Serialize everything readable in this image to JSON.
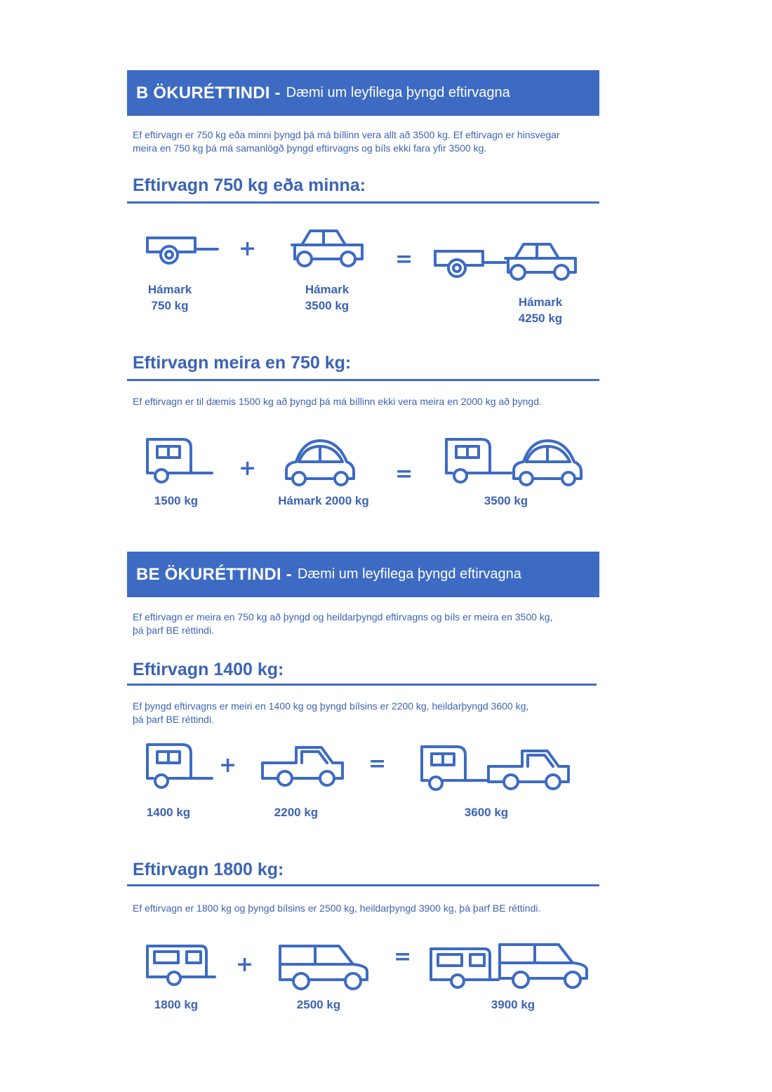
{
  "colors": {
    "brand_blue": "#3d6bc4",
    "text_blue": "#3b63b6",
    "background": "#ffffff"
  },
  "section_b": {
    "banner_bold": "B ÖKURÉTTINDI -",
    "banner_sub": "Dæmi um leyfilega þyngd eftirvagna",
    "intro_line1": "Ef eftirvagn er 750 kg eða minni þyngd þá má bíllinn vera allt að 3500 kg. Ef eftirvagn er hinsvegar",
    "intro_line2": "meira en 750 kg þá má samanlögð þyngd eftirvagns og bíls ekki fara yfir 3500 kg.",
    "example1": {
      "heading": "Eftirvagn 750 kg eða minna:",
      "trailer_label_1": "Hámark",
      "trailer_label_2": "750 kg",
      "car_label_1": "Hámark",
      "car_label_2": "3500 kg",
      "total_label_1": "Hámark",
      "total_label_2": "4250 kg",
      "icons": [
        "trailer-icon",
        "car-icon",
        "car-with-trailer-icon"
      ]
    },
    "example2": {
      "heading": "Eftirvagn meira en 750 kg:",
      "text": "Ef eftirvagn er til dæmis 1500 kg að þyngd þá má bíllinn ekki vera meira en 2000 kg að þyngd.",
      "trailer_label": "1500 kg",
      "car_label": "Hámark 2000 kg",
      "total_label": "3500 kg",
      "icons": [
        "caravan-icon",
        "beetle-car-icon",
        "beetle-with-caravan-icon"
      ]
    }
  },
  "section_be": {
    "banner_bold": "BE ÖKURÉTTINDI -",
    "banner_sub": "Dæmi um leyfilega þyngd eftirvagna",
    "intro_line1": "Ef eftirvagn er meira en 750 kg að þyngd og heildarþyngd eftirvagns og bíls er meira en 3500 kg,",
    "intro_line2": "þá þarf BE réttindi.",
    "example1": {
      "heading": "Eftirvagn 1400 kg:",
      "text_line1": "Ef þyngd eftirvagns er meiri en 1400 kg og þyngd bílsins er 2200 kg, heildarþyngd 3600 kg,",
      "text_line2": "þá þarf BE réttindi.",
      "trailer_label": "1400 kg",
      "car_label": "2200 kg",
      "total_label": "3600 kg",
      "icons": [
        "caravan-icon",
        "pickup-truck-icon",
        "pickup-with-caravan-icon"
      ]
    },
    "example2": {
      "heading": "Eftirvagn 1800 kg:",
      "text": "Ef eftirvagn er 1800 kg og þyngd bílsins er 2500 kg, heildarþyngd 3900 kg, þá þarf BE réttindi.",
      "trailer_label": "1800 kg",
      "car_label": "2500 kg",
      "total_label": "3900 kg",
      "icons": [
        "large-caravan-icon",
        "suv-icon",
        "suv-with-large-caravan-icon"
      ]
    }
  },
  "operators": {
    "plus": "+",
    "equals": "="
  }
}
